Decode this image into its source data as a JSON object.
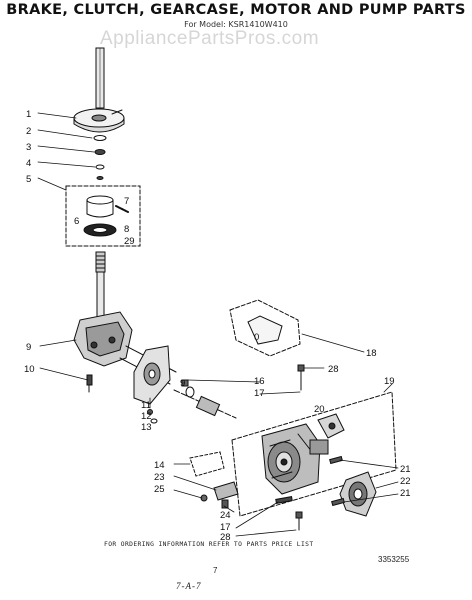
{
  "title": "BRAKE, CLUTCH, GEARCASE, MOTOR AND PUMP PARTS",
  "subtitle": "For Model: KSR1410W410",
  "watermark": "AppliancePartsPros.com",
  "inset_label": "0",
  "callouts": {
    "c1": "1",
    "c2": "2",
    "c3": "3",
    "c4": "4",
    "c5": "5",
    "c6": "6",
    "c7": "7",
    "c8": "8",
    "c29": "29",
    "c9": "9",
    "c10": "10",
    "c11": "11",
    "c12": "12",
    "c13": "13",
    "c9b": "9",
    "c16": "16",
    "c17a": "17",
    "c18": "18",
    "c28a": "28",
    "c19": "19",
    "c20": "20",
    "c21a": "21",
    "c22": "22",
    "c21b": "21",
    "c14": "14",
    "c23": "23",
    "c25": "25",
    "c24": "24",
    "c17b": "17",
    "c28b": "28"
  },
  "footer": {
    "order_note": "FOR ORDERING INFORMATION REFER TO PARTS PRICE LIST",
    "part_number": "3353255",
    "page_number": "7",
    "page_code": "7-A-7"
  }
}
